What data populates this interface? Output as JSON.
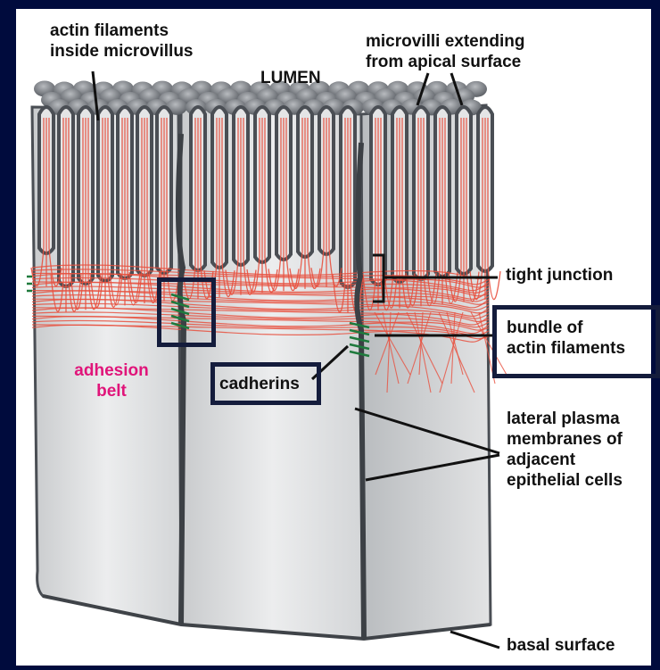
{
  "title": "LUMEN",
  "labels": {
    "actin_in_microvillus": "actin filaments\ninside microvillus",
    "microvilli": "microvilli extending\nfrom apical surface",
    "tight_junction": "tight junction",
    "bundle_actin": "bundle of\nactin filaments",
    "adhesion_belt": "adhesion\nbelt",
    "cadherins": "cadherins",
    "lateral_membranes": "lateral plasma\nmembranes of\nadjacent\nepithelial cells",
    "basal_surface": "basal surface"
  },
  "colors": {
    "background": "#000b3d",
    "panel": "#ffffff",
    "actin": "#e8503e",
    "membrane": "#4a4e54",
    "cadherin": "#1f7a3d",
    "highlight_box": "#141c3c",
    "adhesion_text": "#e0157a"
  }
}
